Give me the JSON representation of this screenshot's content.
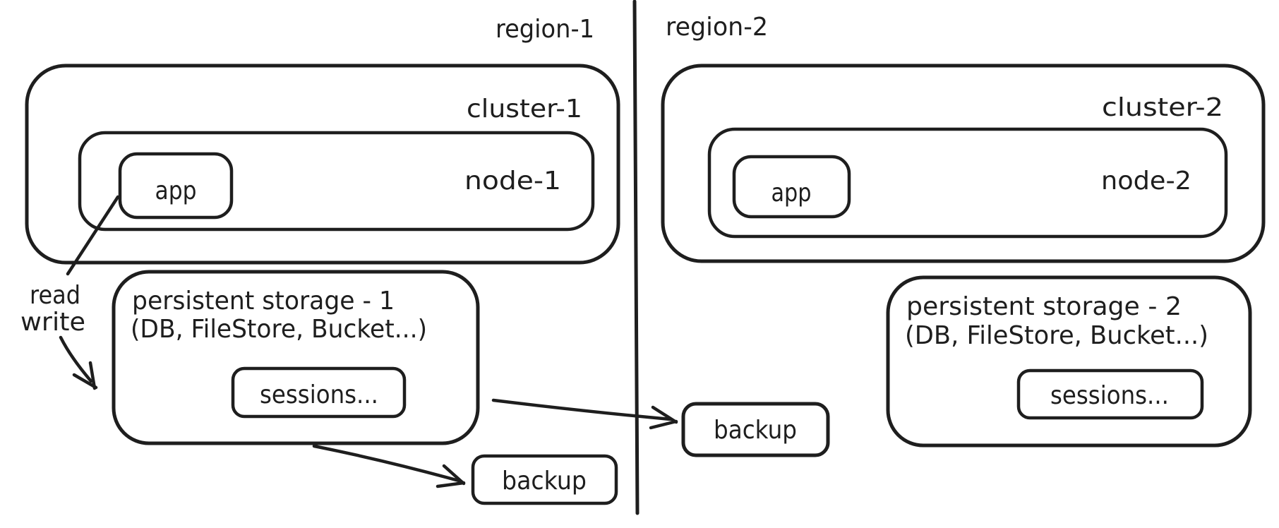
{
  "colors": {
    "pink": "#f6cdd0",
    "white": "#ffffff",
    "ink": "#1e1e1e"
  },
  "regions": [
    {
      "label": "region-1",
      "cluster": {
        "label": "cluster-1",
        "node": {
          "label": "node-1",
          "app": {
            "label": "app"
          }
        }
      },
      "storage": {
        "title": "persistent storage - 1",
        "subtitle": "(DB, FileStore, Bucket...)",
        "item": "sessions..."
      },
      "backup": {
        "label": "backup"
      }
    },
    {
      "label": "region-2",
      "cluster": {
        "label": "cluster-2",
        "node": {
          "label": "node-2",
          "app": {
            "label": "app"
          }
        }
      },
      "storage": {
        "title": "persistent storage - 2",
        "subtitle": "(DB, FileStore, Bucket...)",
        "item": "sessions..."
      },
      "backup": {
        "label": "backup"
      }
    }
  ],
  "annotations": {
    "read": "read",
    "write": "write"
  }
}
